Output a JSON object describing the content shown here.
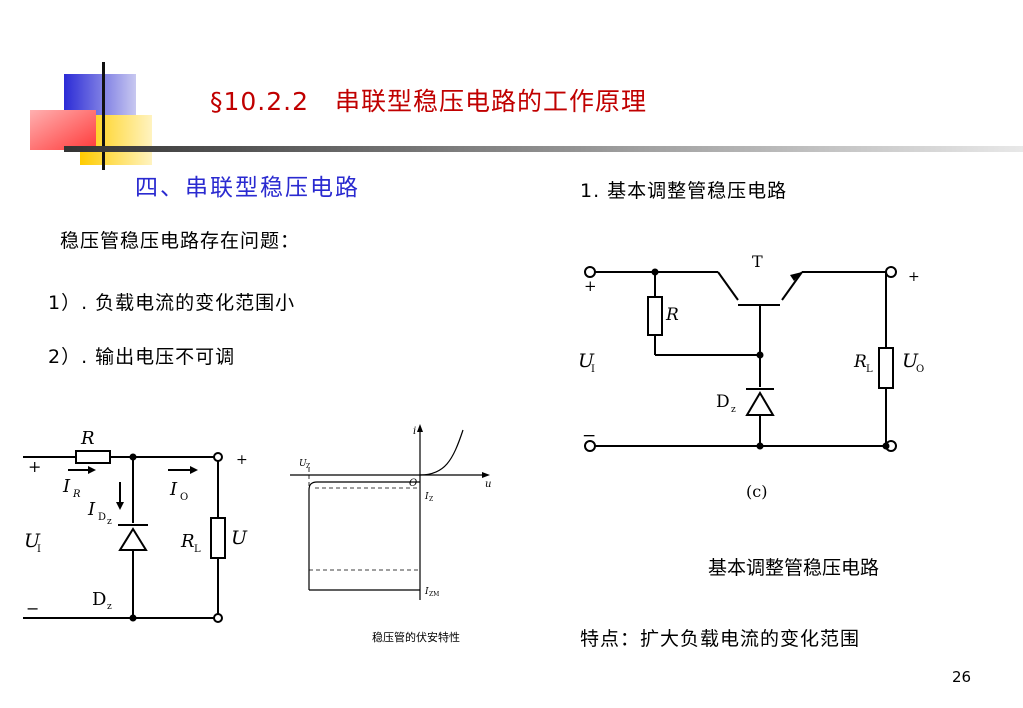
{
  "slide": {
    "title": "§10.2.2　串联型稳压电路的工作原理",
    "subtitle": "四、串联型稳压电路",
    "left_text": {
      "intro": "稳压管稳压电路存在问题：",
      "item1": "1）. 负载电流的变化范围小",
      "item2": "2）. 输出电压不可调"
    },
    "right_heading": "1. 基本调整管稳压电路",
    "right_caption": "基本调整管稳压电路",
    "feature": "特点：扩大负载电流的变化范围",
    "curve_caption": "稳压管的伏安特性",
    "page_number": "26"
  },
  "circuit_left": {
    "R": "R",
    "IR": "I",
    "IR_sub": "R",
    "IDz": "I",
    "IDz_sub": "D",
    "IDz_sub2": "z",
    "IO": "I",
    "IO_sub": "O",
    "UI": "U",
    "UI_sub": "I",
    "RL": "R",
    "RL_sub": "L",
    "U": "U",
    "Dz": "D",
    "Dz_sub": "z",
    "plus": "+",
    "minus": "−",
    "plus_right": "+"
  },
  "iv_curve": {
    "i": "i",
    "u": "u",
    "UZ": "U",
    "UZ_sub": "Z",
    "O": "O",
    "IZ": "I",
    "IZ_sub": "Z",
    "IZM": "I",
    "IZM_sub": "ZM"
  },
  "circuit_right": {
    "T": "T",
    "R": "R",
    "UI": "U",
    "UI_sub": "I",
    "RL": "R",
    "RL_sub": "L",
    "UO": "U",
    "UO_sub": "O",
    "Dz": "D",
    "Dz_sub": "z",
    "label_c": "(c)",
    "plus": "+",
    "minus": "−",
    "plus_right": "+"
  },
  "colors": {
    "title": "#c00000",
    "subtitle": "#2a2ad0",
    "deco_blue": "#3333cc",
    "deco_red": "#ff5050",
    "deco_yellow": "#ffcc00"
  }
}
